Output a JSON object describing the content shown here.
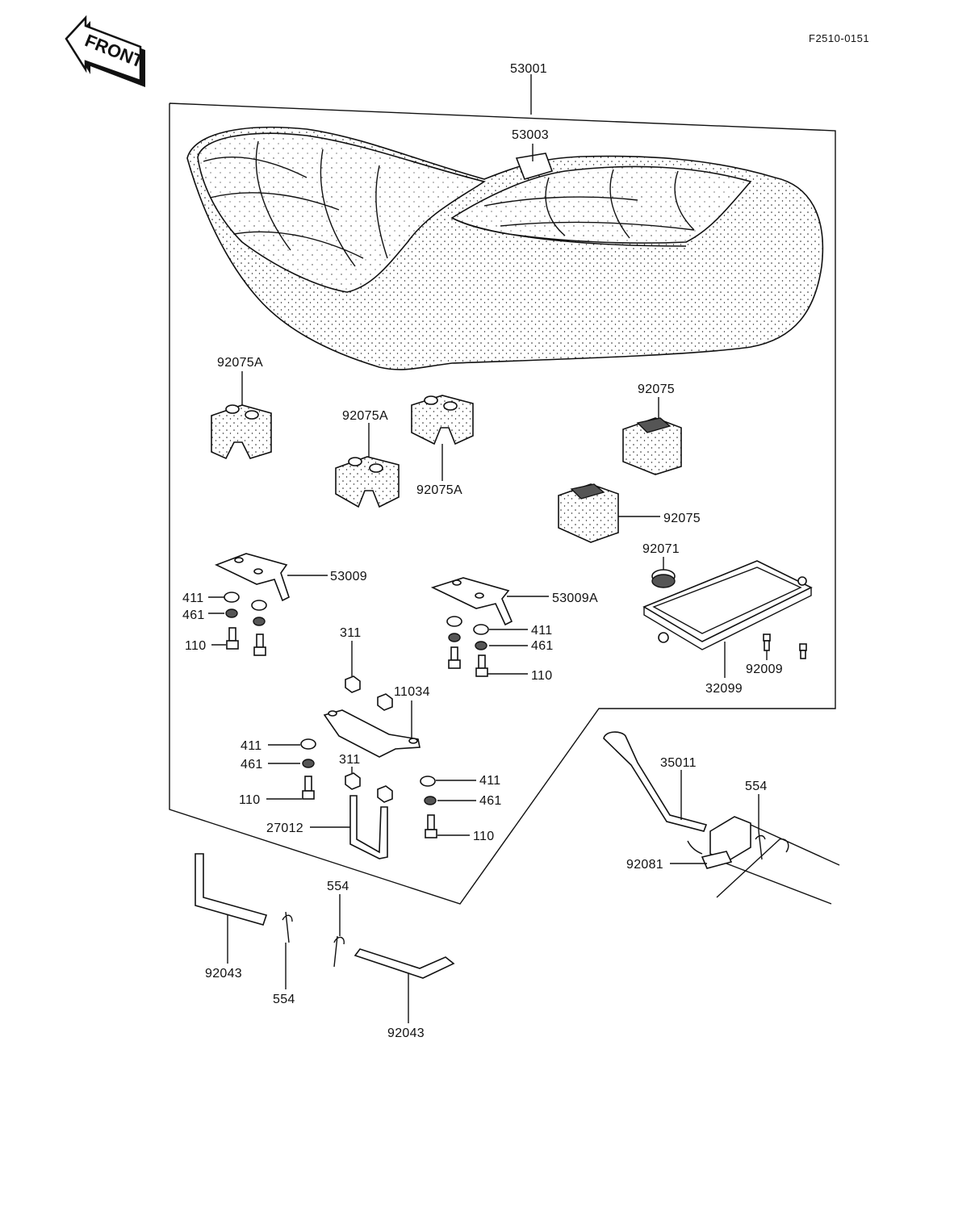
{
  "figure_code": "F2510-0151",
  "front_arrow": "FRONT",
  "labels": {
    "seat_assembly": "53001",
    "seat_strap": "53003",
    "damper_left": "92075A",
    "damper_center_upper": "92075A",
    "damper_center_lower": "92075A",
    "damper_right_upper": "92075",
    "damper_right_lower": "92075",
    "grommet": "92071",
    "bracket_left": "53009",
    "bracket_center": "53009A",
    "washer_411_left": "411",
    "washer_461_left": "461",
    "bolt_110_left": "110",
    "nut_311_upper": "311",
    "washer_411_center": "411",
    "washer_461_center": "461",
    "bolt_110_center": "110",
    "tray": "32099",
    "screw_92009": "92009",
    "bracket_lower": "11034",
    "washer_411_lower_left": "411",
    "washer_461_lower_left": "461",
    "bolt_110_lower_left": "110",
    "nut_311_lower": "311",
    "washer_411_lower_right": "411",
    "washer_461_lower_right": "461",
    "bolt_110_lower_right": "110",
    "u_bolt": "27012",
    "lock_rod": "35011",
    "pin_554_right": "554",
    "spring": "92081",
    "pin_554_mid": "554",
    "pin_554_left": "554",
    "rod_92043_left": "92043",
    "rod_92043_right": "92043"
  }
}
